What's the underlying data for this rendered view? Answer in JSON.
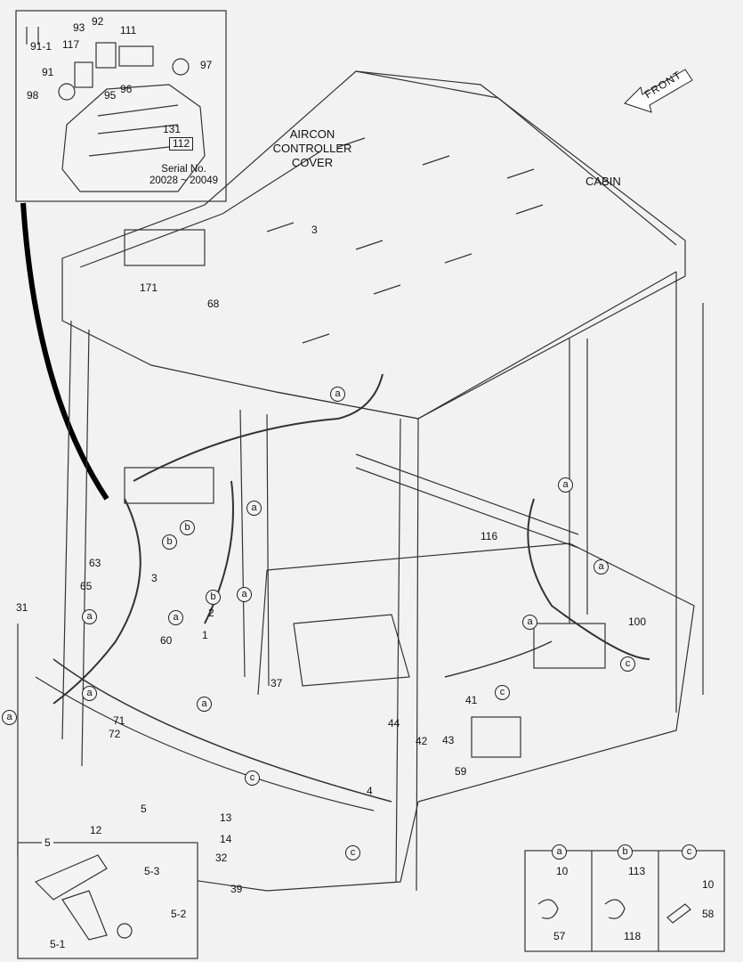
{
  "colors": {
    "paper": "#f2f2f2",
    "ink": "#111111",
    "line": "#333333"
  },
  "heading": {
    "front": "FRONT",
    "cabin": "CABIN",
    "aircon": [
      "AIRCON",
      "CONTROLLER",
      "COVER"
    ]
  },
  "serial": {
    "label": "Serial No.",
    "range": "20028 ~ 20049",
    "part": "112"
  },
  "labels": {
    "p91_1": "91-1",
    "p91": "91",
    "p93": "93",
    "p92": "92",
    "p117": "117",
    "p111": "111",
    "p97": "97",
    "p98": "98",
    "p95": "95",
    "p96": "96",
    "p131": "131",
    "p3_top": "3",
    "p171": "171",
    "p68": "68",
    "p63": "63",
    "p65": "65",
    "p3_mid": "3",
    "p31": "31",
    "p2": "2",
    "p1": "1",
    "p60": "60",
    "p37": "37",
    "p71": "71",
    "p72": "72",
    "p5": "5",
    "p12": "12",
    "p116": "116",
    "p100": "100",
    "p41": "41",
    "p44": "44",
    "p42": "42",
    "p43": "43",
    "p59": "59",
    "p4": "4",
    "p13": "13",
    "p14": "14",
    "p32": "32",
    "p39": "39"
  },
  "callouts": {
    "a": "a",
    "b": "b",
    "c": "c"
  },
  "detail5": {
    "title": "5",
    "l53": "5-3",
    "l52": "5-2",
    "l51": "5-1"
  },
  "clamps": {
    "a": {
      "bolt": "10",
      "clamp": "57"
    },
    "b": {
      "bolt": "113",
      "clamp": "118"
    },
    "c": {
      "bolt": "10",
      "clamp": "58"
    }
  }
}
